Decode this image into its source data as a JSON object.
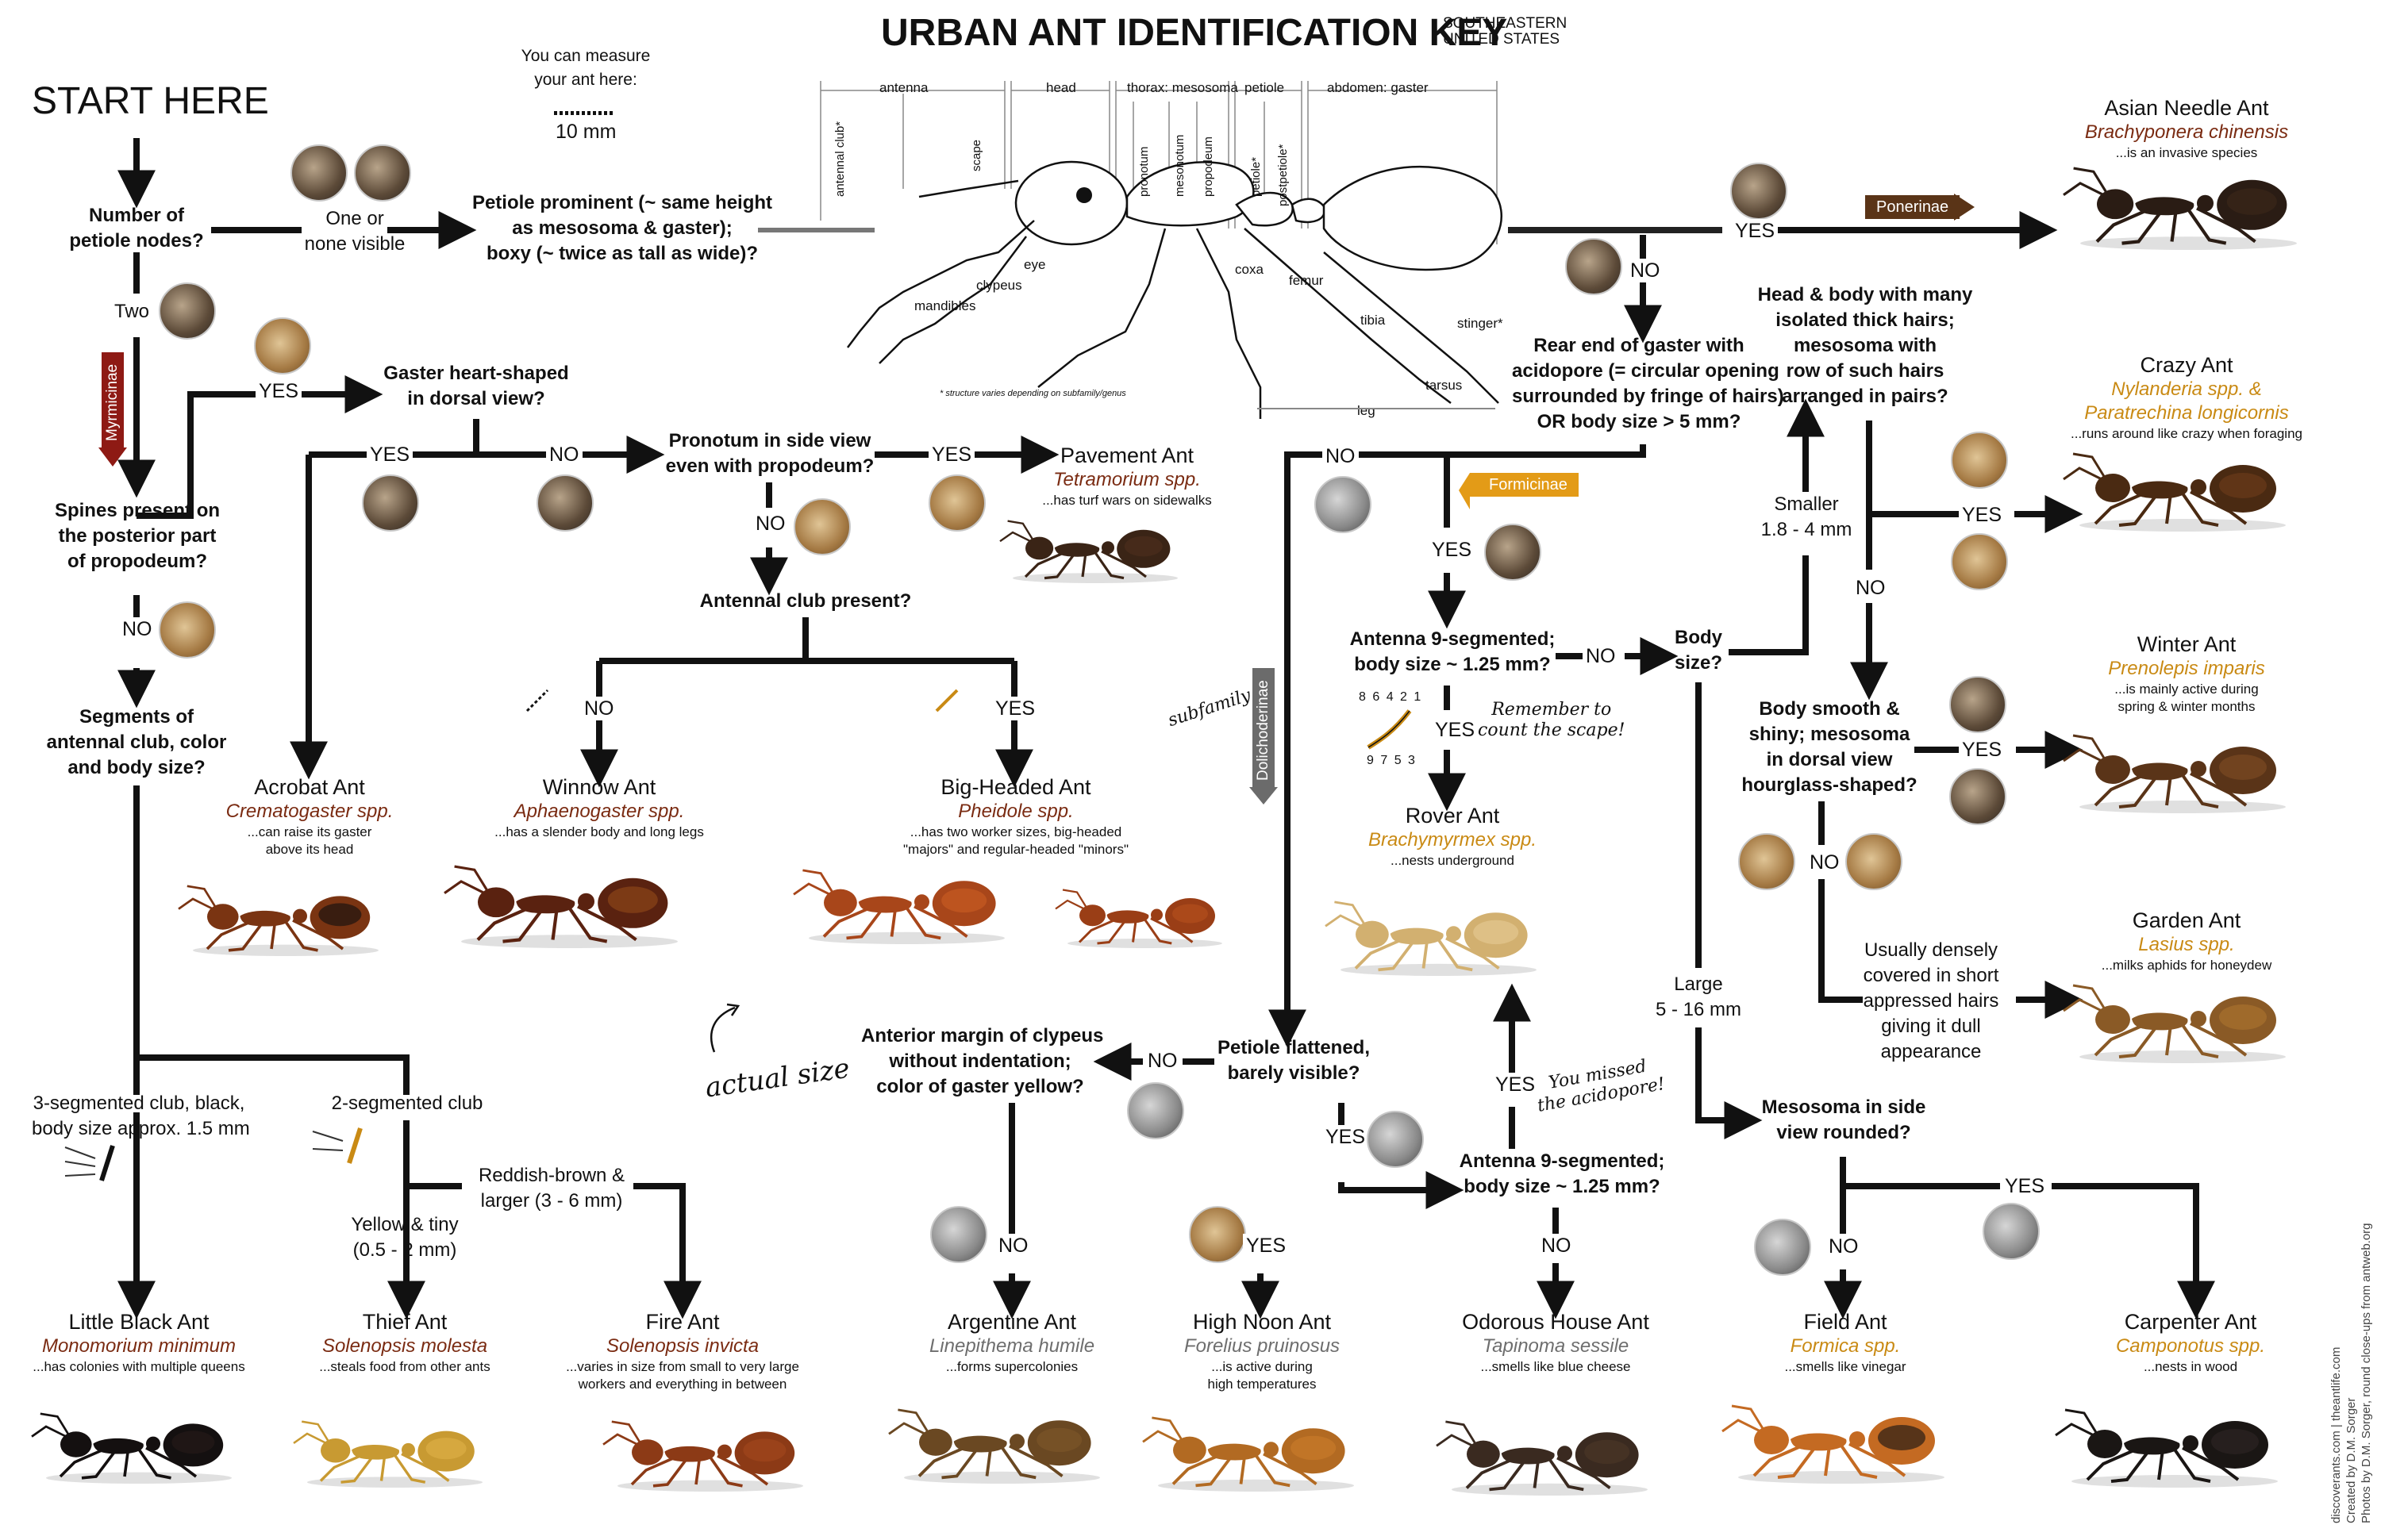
{
  "title": "URBAN ANT IDENTIFICATION KEY",
  "subtitle_line1": "SOUTHEASTERN",
  "subtitle_line2": "UNITED STATES",
  "start_here": "START HERE",
  "measure": {
    "line1": "You can measure",
    "line2": "your ant here:",
    "scale": "10 mm"
  },
  "anatomy": {
    "sections": [
      "antenna",
      "head",
      "thorax: mesosoma",
      "petiole",
      "abdomen: gaster"
    ],
    "parts": [
      "antennal club*",
      "scape",
      "pronotum",
      "mesonotum",
      "propodeum",
      "petiole*",
      "postpetiole*"
    ],
    "labels": [
      "eye",
      "clypeus",
      "mandibles",
      "coxa",
      "femur",
      "tibia",
      "tarsus",
      "stinger*",
      "leg"
    ],
    "footnote": "* structure varies depending on subfamily/genus"
  },
  "questions": {
    "q_petiole_nodes": [
      "Number of",
      "petiole nodes?"
    ],
    "q_petiole_prominent": [
      "Petiole prominent (~ same height",
      "as mesosoma & gaster);",
      "boxy (~ twice as tall as wide)?"
    ],
    "q_spines": [
      "Spines present on",
      "the posterior part",
      "of propodeum?"
    ],
    "q_segments": [
      "Segments of",
      "antennal club, color",
      "and body size?"
    ],
    "q_gaster_heart": [
      "Gaster heart-shaped",
      "in dorsal view?"
    ],
    "q_pronotum": [
      "Pronotum in side view",
      "even with propodeum?"
    ],
    "q_antennal_club": [
      "Antennal club present?"
    ],
    "q_rear_end": [
      "Rear end of gaster with",
      "acidopore (= circular opening",
      "surrounded by fringe of hairs)",
      "OR body size > 5 mm?"
    ],
    "q_antenna9a": [
      "Antenna 9-segmented;",
      "body size ~ 1.25 mm?"
    ],
    "q_body_size": [
      "Body",
      "size?"
    ],
    "q_head_body_hairs": [
      "Head & body with many",
      "isolated thick hairs;",
      "mesosoma with",
      "row of such hairs",
      "arranged in pairs?"
    ],
    "q_body_smooth": [
      "Body smooth &",
      "shiny; mesosoma",
      "in dorsal view",
      "hourglass-shaped?"
    ],
    "q_mesosoma_rounded": [
      "Mesosoma in side",
      "view rounded?"
    ],
    "q_anterior_margin": [
      "Anterior margin of clypeus",
      "without indentation;",
      "color of gaster yellow?"
    ],
    "q_petiole_flattened": [
      "Petiole flattened,",
      "barely visible?"
    ],
    "q_antenna9b": [
      "Antenna 9-segmented;",
      "body size ~ 1.25 mm?"
    ]
  },
  "options": {
    "one_or_none": [
      "One or",
      "none visible"
    ],
    "two": "Two",
    "smaller": [
      "Smaller",
      "1.8 - 4 mm"
    ],
    "large": [
      "Large",
      "5 - 16 mm"
    ],
    "three_seg": [
      "3-segmented club, black,",
      "body size approx. 1.5 mm"
    ],
    "two_seg": "2-segmented club",
    "yellow_tiny": [
      "Yellow & tiny",
      "(0.5 - 2 mm)"
    ],
    "reddish": [
      "Reddish-brown &",
      "larger (3 - 6 mm)"
    ],
    "dense_hairs": [
      "Usually densely",
      "covered in short",
      "appressed hairs",
      "giving it dull",
      "appearance"
    ]
  },
  "yes": "YES",
  "no": "NO",
  "subfamilies": {
    "ponerinae": "Ponerinae",
    "myrmicinae": "Myrmicinae",
    "formicinae": "Formicinae",
    "dolichoderinae": "Dolichoderinae"
  },
  "annotations": {
    "subfamily": "subfamily",
    "remember": [
      "Remember to",
      "count the scape!"
    ],
    "missed": [
      "You missed",
      "the acidopore!"
    ],
    "actual_size": "actual size",
    "segment_numbers_top": "8 6 4 2 1",
    "segment_numbers_bottom": "9 7 5 3"
  },
  "ants": {
    "asian_needle": {
      "name": "Asian Needle Ant",
      "sci": "Brachyponera chinensis",
      "note": [
        "...is an invasive species"
      ]
    },
    "crazy": {
      "name": "Crazy Ant",
      "sci1": "Nylanderia spp. &",
      "sci2": "Paratrechina longicornis",
      "note": [
        "...runs around like crazy when foraging"
      ]
    },
    "winter": {
      "name": "Winter Ant",
      "sci": "Prenolepis imparis",
      "note": [
        "...is mainly active during",
        "spring & winter months"
      ]
    },
    "garden": {
      "name": "Garden Ant",
      "sci": "Lasius spp.",
      "note": [
        "...milks aphids for honeydew"
      ]
    },
    "pavement": {
      "name": "Pavement Ant",
      "sci": "Tetramorium spp.",
      "note": [
        "...has turf wars on sidewalks"
      ]
    },
    "acrobat": {
      "name": "Acrobat Ant",
      "sci": "Crematogaster spp.",
      "note": [
        "...can raise its gaster",
        "above its head"
      ]
    },
    "winnow": {
      "name": "Winnow Ant",
      "sci": "Aphaenogaster spp.",
      "note": [
        "...has a slender body and long legs"
      ]
    },
    "big_headed": {
      "name": "Big-Headed Ant",
      "sci": "Pheidole spp.",
      "note": [
        "...has two worker sizes, big-headed",
        "\"majors\" and regular-headed \"minors\""
      ]
    },
    "rover": {
      "name": "Rover Ant",
      "sci": "Brachymyrmex spp.",
      "note": [
        "...nests underground"
      ]
    },
    "little_black": {
      "name": "Little Black Ant",
      "sci": "Monomorium minimum",
      "note": [
        "...has colonies with multiple queens"
      ]
    },
    "thief": {
      "name": "Thief Ant",
      "sci": "Solenopsis molesta",
      "note": [
        "...steals food from other ants"
      ]
    },
    "fire": {
      "name": "Fire Ant",
      "sci": "Solenopsis invicta",
      "note": [
        "...varies in size from small to very large",
        "workers and everything in between"
      ]
    },
    "argentine": {
      "name": "Argentine Ant",
      "sci": "Linepithema humile",
      "note": [
        "...forms supercolonies"
      ]
    },
    "high_noon": {
      "name": "High Noon Ant",
      "sci": "Forelius pruinosus",
      "note": [
        "...is active during",
        "high temperatures"
      ]
    },
    "odorous": {
      "name": "Odorous House Ant",
      "sci": "Tapinoma sessile",
      "note": [
        "...smells like blue cheese"
      ]
    },
    "field": {
      "name": "Field Ant",
      "sci": "Formica spp.",
      "note": [
        "...smells like vinegar"
      ]
    },
    "carpenter": {
      "name": "Carpenter Ant",
      "sci": "Camponotus spp.",
      "note": [
        "...nests in wood"
      ]
    }
  },
  "credits": [
    "discoverants.com | theantlife.com",
    "Created by D.M. Sorger",
    "Photos by D.M. Sorger, round close-ups from antweb.org"
  ],
  "colors": {
    "line": "#111111",
    "ponerinae": "#5a3417",
    "myrmicinae": "#8e1a14",
    "formicinae": "#e39b17",
    "dolichoderinae": "#6b6b6b"
  }
}
